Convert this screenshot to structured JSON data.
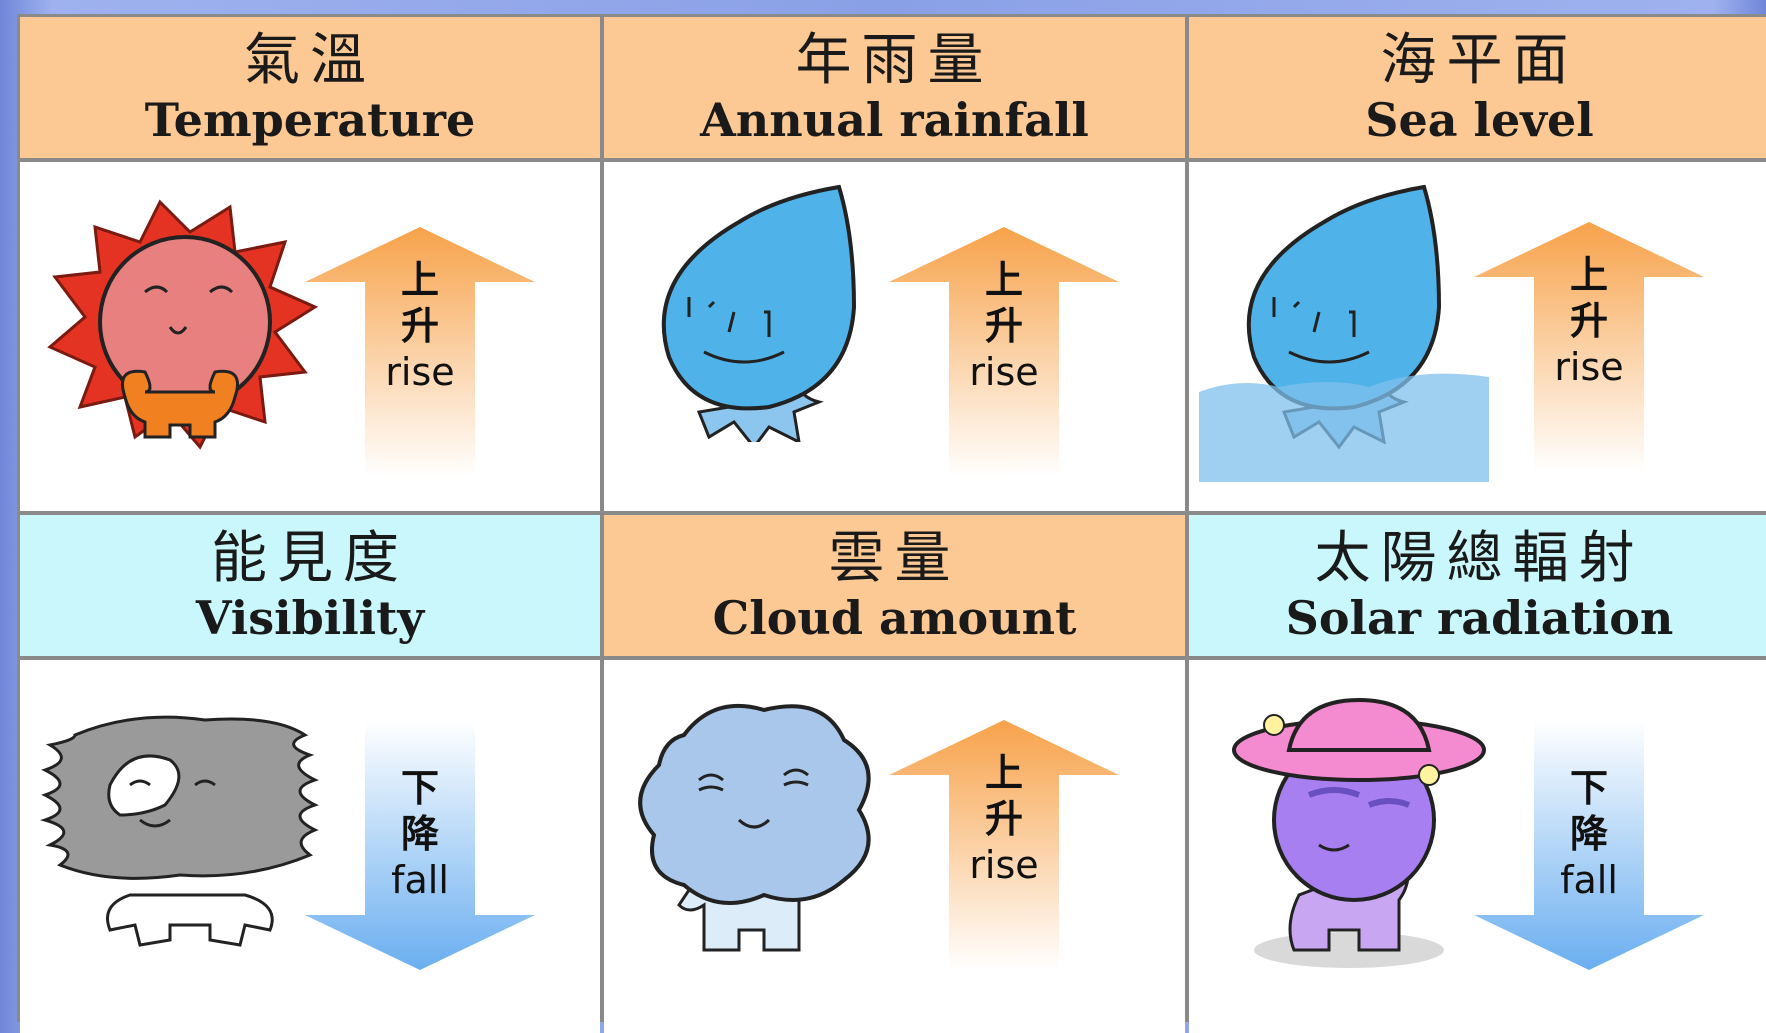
{
  "cells": [
    {
      "zh": "氣溫",
      "en": "Temperature",
      "trend_zh": "上\n升",
      "trend_en": "rise",
      "direction": "up",
      "header_color": "#fcc894"
    },
    {
      "zh": "年雨量",
      "en": "Annual rainfall",
      "trend_zh": "上\n升",
      "trend_en": "rise",
      "direction": "up",
      "header_color": "#fcc894"
    },
    {
      "zh": "海平面",
      "en": "Sea level",
      "trend_zh": "上\n升",
      "trend_en": "rise",
      "direction": "up",
      "header_color": "#fcc894"
    },
    {
      "zh": "能見度",
      "en": "Visibility",
      "trend_zh": "下\n降",
      "trend_en": "fall",
      "direction": "down",
      "header_color": "#c9f7fb"
    },
    {
      "zh": "雲量",
      "en": "Cloud amount",
      "trend_zh": "上\n升",
      "trend_en": "rise",
      "direction": "up",
      "header_color": "#fcc894"
    },
    {
      "zh": "太陽總輻射",
      "en": "Solar radiation",
      "trend_zh": "下\n降",
      "trend_en": "fall",
      "direction": "down",
      "header_color": "#c9f7fb"
    }
  ],
  "colors": {
    "up_arrow": "#f7a24a",
    "down_arrow": "#6aaef0",
    "sun": "#e53323",
    "drop": "#4fb3ea",
    "cloud": "#a9c7ea",
    "haze": "#9a9a9a",
    "purple": "#a87ff0"
  }
}
